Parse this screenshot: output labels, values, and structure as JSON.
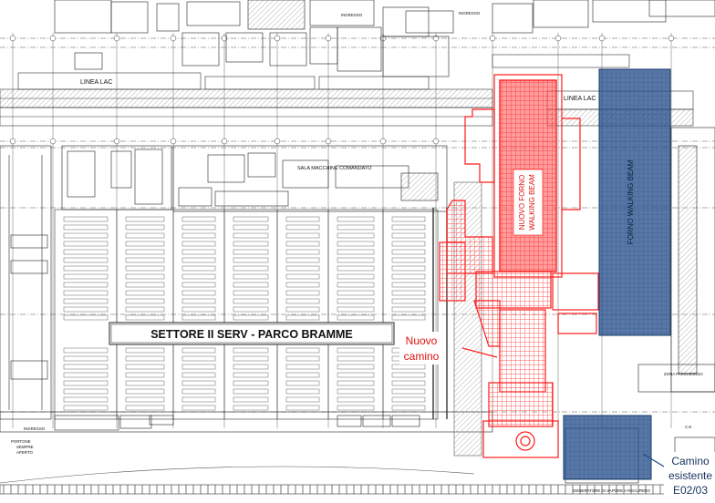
{
  "labels": {
    "linea_lac_left": "LINEA LAC",
    "linea_lac_right": "LINEA LAC",
    "sala_macchine": "SALA MACCHINE COMANDATO",
    "sector_title": "SETTORE II SERV - PARCO BRAMME",
    "new_furnace_1": "NUOVO FORNO",
    "new_furnace_2": "WALKING BEAM",
    "existing_furnace": "FORNO WALKING BEAM",
    "ingresso_top": "INGRESSO",
    "ingresso_top_right": "INGRESSO",
    "ingresso_bottom": "INGRESSO",
    "portone": "PORTONE",
    "sempre": "SEMPRE",
    "aperto": "APERTO",
    "zona": "ZONA PARCHEGGIO",
    "ce": "C.E.",
    "generatore": "GENERATORE DI VAPORE A RECUPERO"
  },
  "callouts": {
    "nuovo_camino_1": "Nuovo",
    "nuovo_camino_2": "camino",
    "camino_esistente_1": "Camino",
    "camino_esistente_2": "esistente",
    "camino_esistente_3": "E02/03"
  },
  "colors": {
    "new_installation": "#ff1a1a",
    "existing_installation": "#1f4b8a",
    "drawing_lines": "#222222"
  }
}
